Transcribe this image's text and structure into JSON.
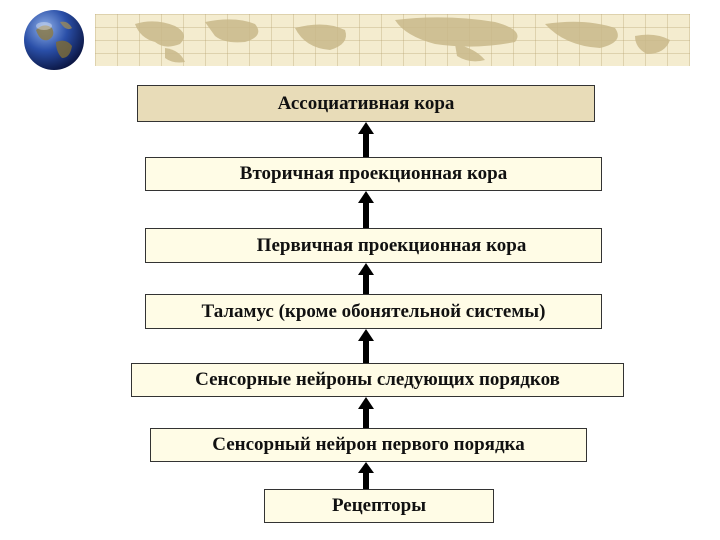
{
  "diagram": {
    "levels": [
      "Ассоциативная кора",
      "Вторичная проекционная кора",
      "Первичная проекционная кора",
      "Таламус (кроме обонятельной системы)",
      "Сенсорные нейроны следующих порядков",
      "Сенсорный нейрон первого порядка",
      "Рецепторы"
    ]
  },
  "colors": {
    "top_box": "#e8dcb8",
    "box": "#fffce6",
    "arrow": "#000000",
    "banner": "#f4eccf"
  },
  "icons": {
    "globe": "globe-icon",
    "map": "world-map-banner"
  }
}
